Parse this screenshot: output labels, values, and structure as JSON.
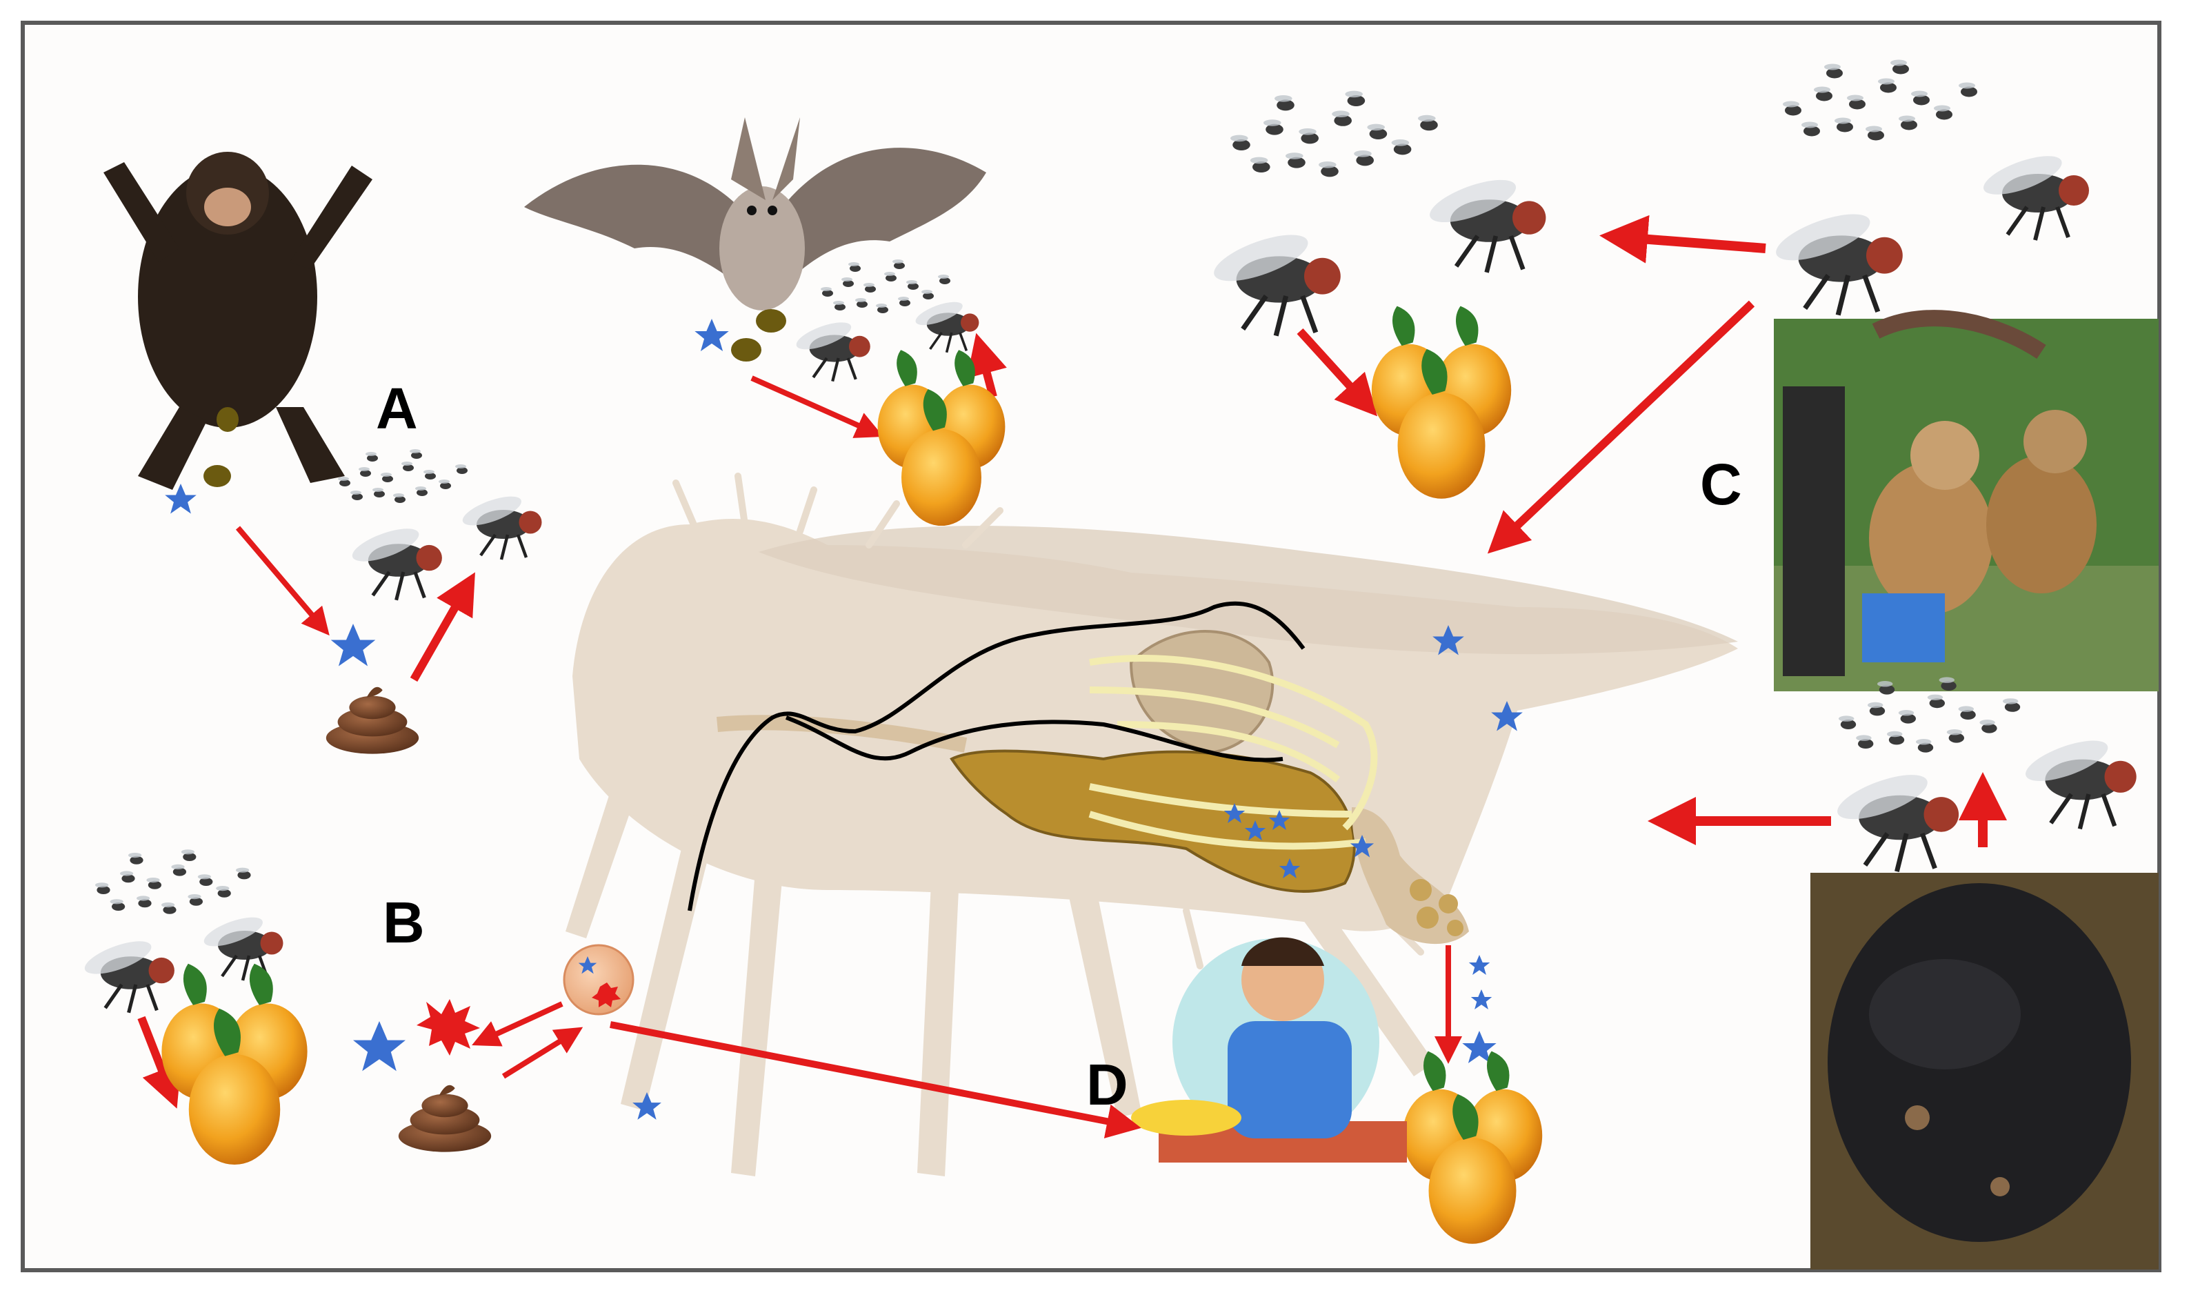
{
  "panels": {
    "a": {
      "label": "A"
    },
    "b": {
      "label": "B"
    },
    "c": {
      "label": "C"
    },
    "d": {
      "label": "D"
    }
  },
  "colors": {
    "arrow": "#e31b1b",
    "star": "#3a6fd0",
    "fly_silhouette": "#e8dccd",
    "gut": "#b98e2e",
    "feces": "#7b4a2e",
    "mango": "#f2a21e",
    "frame": "#5a5a5a"
  },
  "icons": [
    "chimpanzee-photo",
    "bat-photo",
    "fly-swarm",
    "house-fly",
    "mango",
    "feces-pile",
    "pathogen-star",
    "monkey-photo",
    "carcass-photo",
    "person-eating",
    "fly-anatomy-silhouette"
  ]
}
